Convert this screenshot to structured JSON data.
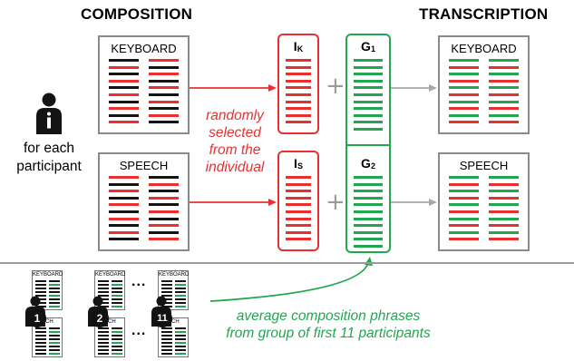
{
  "headers": {
    "composition": "COMPOSITION",
    "transcription": "TRANSCRIPTION"
  },
  "participant": {
    "line1": "for each",
    "line2": "participant"
  },
  "panels": {
    "keyboard": "KEYBOARD",
    "speech": "SPEECH"
  },
  "individual_boxes": {
    "keyboard": {
      "letter": "I",
      "sub": "K"
    },
    "speech": {
      "letter": "I",
      "sub": "S"
    }
  },
  "group_boxes": {
    "first": {
      "letter": "G",
      "sub": "1"
    },
    "second": {
      "letter": "G",
      "sub": "2"
    }
  },
  "operators": {
    "plus": "+"
  },
  "red_note": {
    "line1": "randomly",
    "line2": "selected",
    "line3": "from the",
    "line4": "individual"
  },
  "green_note": {
    "line1": "average composition phrases",
    "line2": "from group of first 11 participants"
  },
  "thumbs": {
    "keyboard": "KEYBOARD",
    "speech_partial": "EECH",
    "ellipsis": "..."
  },
  "badges": [
    "1",
    "2",
    "11"
  ],
  "colors": {
    "red": "#e8312f",
    "green": "#22a650",
    "black": "#141414",
    "gray": "#8a8a8a",
    "arrow_gray": "#a8a8a8"
  },
  "icons": {
    "participant": "person-info-icon"
  }
}
